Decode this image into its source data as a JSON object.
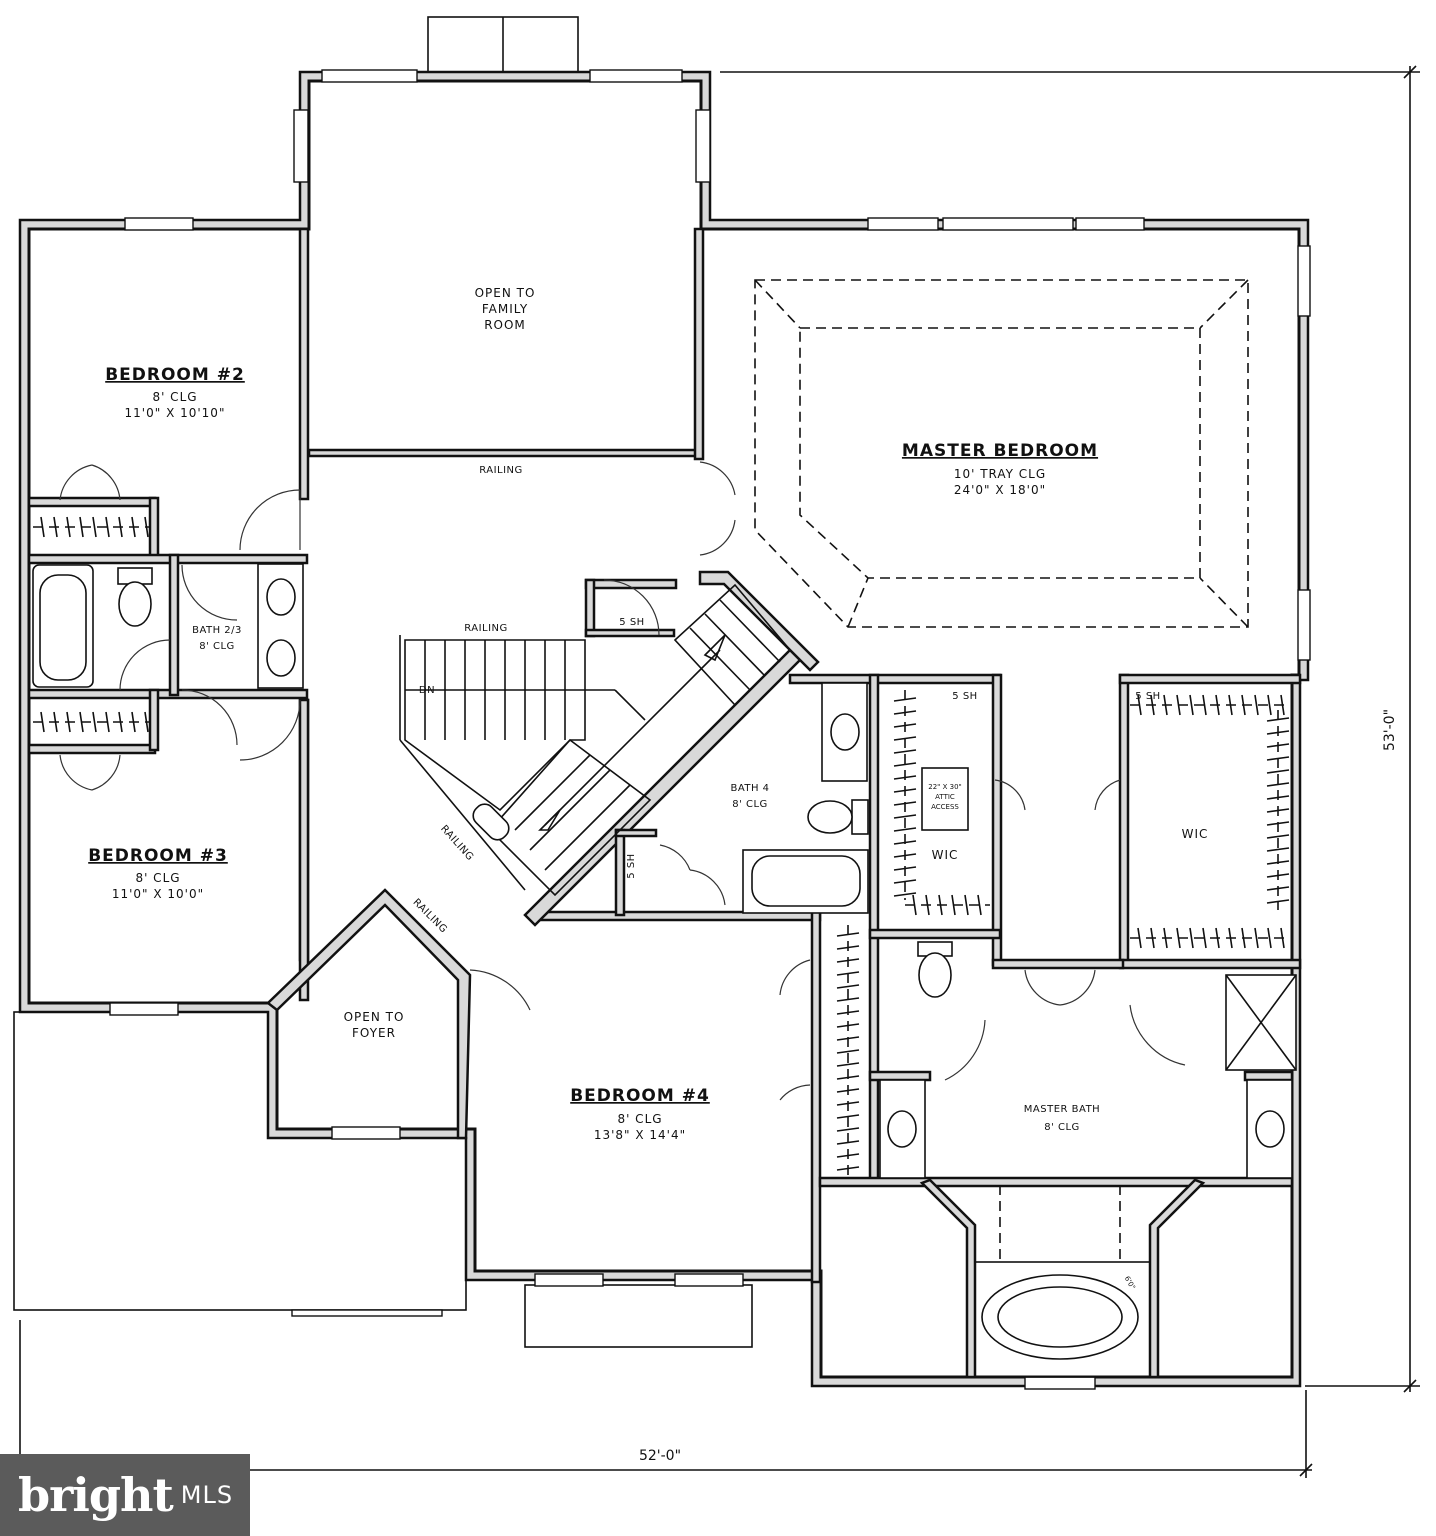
{
  "rooms": {
    "bedroom2": {
      "name": "BEDROOM #2",
      "ceiling": "8' CLG",
      "size": "11'0\" X 10'10\""
    },
    "bedroom3": {
      "name": "BEDROOM #3",
      "ceiling": "8' CLG",
      "size": "11'0\" X 10'0\""
    },
    "bedroom4": {
      "name": "BEDROOM #4",
      "ceiling": "8' CLG",
      "size": "13'8\" X 14'4\""
    },
    "master": {
      "name": "MASTER BEDROOM",
      "ceiling": "10' TRAY CLG",
      "size": "24'0\" X 18'0\""
    },
    "bath23": {
      "name": "BATH 2/3",
      "ceiling": "8' CLG"
    },
    "bath4": {
      "name": "BATH 4",
      "ceiling": "8' CLG"
    },
    "masterbath": {
      "name": "MASTER BATH",
      "ceiling": "8' CLG"
    },
    "family": {
      "line1": "OPEN TO",
      "line2": "FAMILY",
      "line3": "ROOM"
    },
    "foyer": {
      "line1": "OPEN TO",
      "line2": "FOYER"
    },
    "wic_left": "WIC",
    "wic_right": "WIC",
    "attic": {
      "line1": "22\" X 30\"",
      "line2": "ATTIC",
      "line3": "ACCESS"
    }
  },
  "labels": {
    "railing": "RAILING",
    "down": "DN",
    "shelf": "5 SH",
    "shelf_b": "5 SH",
    "tub": "6'0\""
  },
  "dimensions": {
    "width": "52'-0\"",
    "depth": "53'-0\""
  },
  "logo": {
    "brand": "bright",
    "suffix": "MLS"
  }
}
